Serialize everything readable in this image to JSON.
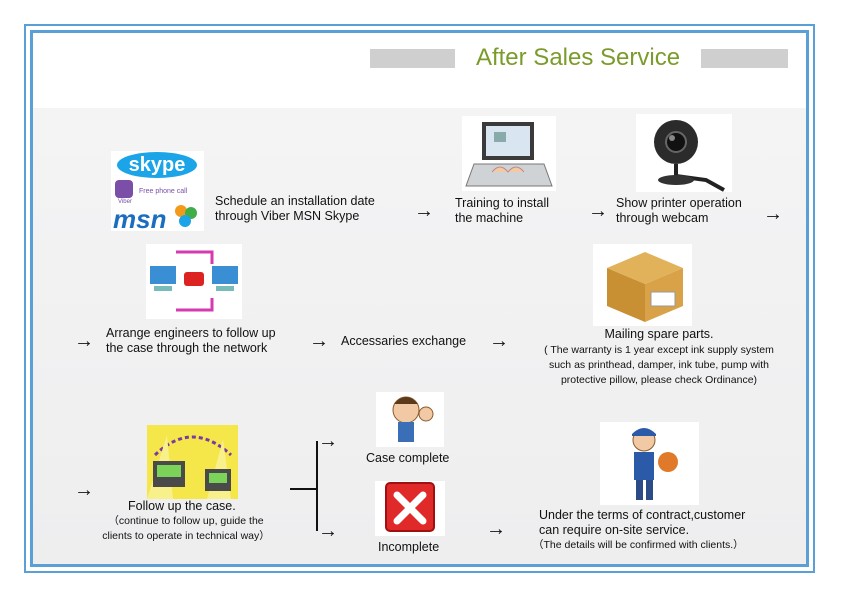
{
  "title": "After Sales Service",
  "steps": {
    "schedule": [
      "Schedule an installation date",
      "through Viber MSN Skype"
    ],
    "training": [
      "Training to install",
      "the machine"
    ],
    "webcam": [
      "Show printer operation",
      "through webcam"
    ],
    "engineers": [
      "Arrange engineers to follow up",
      "the case through the network"
    ],
    "accessories": "Accessaries exchange",
    "mailing": {
      "title": "Mailing spare parts.",
      "note": [
        "( The warranty is 1 year except ink supply system",
        "such as printhead, damper, ink tube, pump with",
        "protective pillow, please check Ordinance)"
      ]
    },
    "follow": {
      "title": "Follow up the case.",
      "note": [
        "（continue to follow up, guide the",
        "clients to operate in technical way）"
      ]
    },
    "complete": "Case complete",
    "incomplete": "Incomplete",
    "onsite": {
      "lines": [
        "Under the terms of contract,customer",
        "can require on-site service."
      ],
      "note": "（The details will be confirmed with clients.）"
    }
  },
  "logos": {
    "skype": "skype",
    "viber": "Viber",
    "free_call": "Free phone call",
    "msn": "msn"
  },
  "icons": {
    "arrow": "→",
    "items": [
      "skype-logo",
      "viber-logo",
      "msn-logo",
      "laptop-icon",
      "webcam-icon",
      "network-icon",
      "package-icon",
      "printer-icon",
      "thumbs-up-icon",
      "error-icon",
      "technician-icon"
    ]
  },
  "colors": {
    "title": "#7b9b2a",
    "border": "#5aa0d6",
    "error": "#e02a2a"
  }
}
